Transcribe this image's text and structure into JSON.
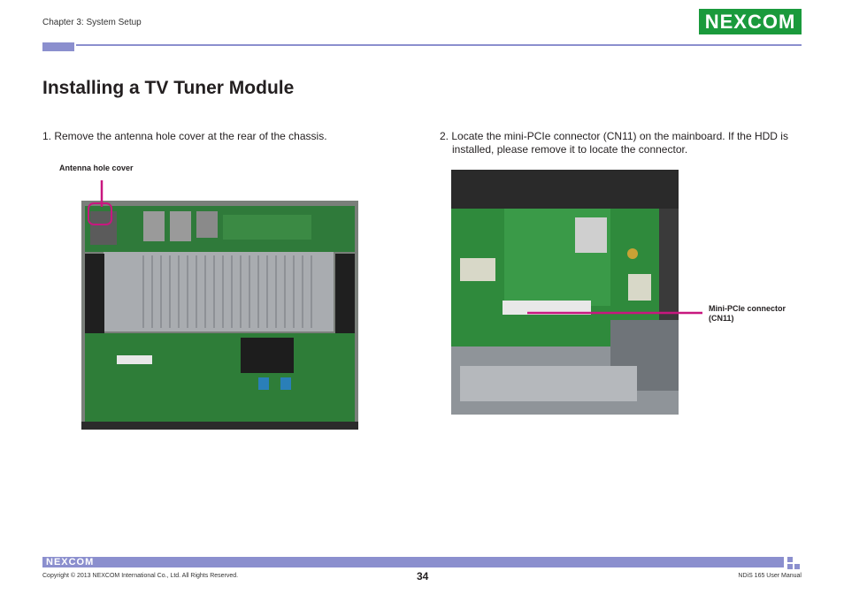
{
  "header": {
    "chapter": "Chapter 3: System Setup",
    "logo_text": "NEXCOM"
  },
  "page_title": "Installing a TV Tuner Module",
  "steps": [
    {
      "text": "1.  Remove the antenna hole cover at the rear of the chassis."
    },
    {
      "text": "2.  Locate the mini-PCIe connector (CN11) on the mainboard. If the HDD is installed, please remove it to locate the connector."
    }
  ],
  "callouts": {
    "antenna": "Antenna hole cover",
    "connector_line1": "Mini-PCIe connector",
    "connector_line2": "(CN11)"
  },
  "footer": {
    "logo_text": "NEXCOM",
    "copyright": "Copyright © 2013 NEXCOM International Co., Ltd. All Rights Reserved.",
    "page_number": "34",
    "manual": "NDiS 165 User Manual"
  },
  "colors": {
    "brand_green": "#1a9a3c",
    "accent_purple": "#8b8fce",
    "callout_magenta": "#c8177f"
  }
}
